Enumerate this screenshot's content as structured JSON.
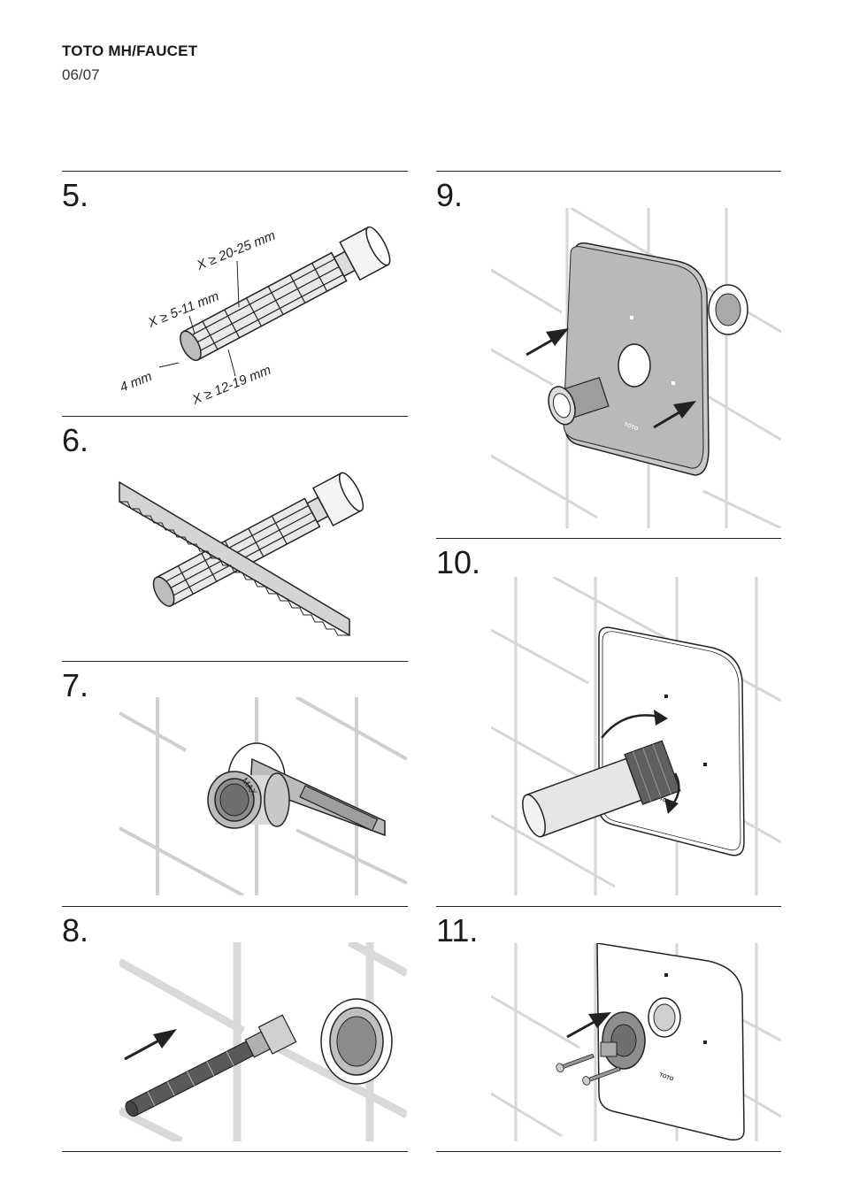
{
  "header": {
    "title": "TOTO MH/FAUCET",
    "page": "06/07"
  },
  "steps": {
    "s5": "5.",
    "s6": "6.",
    "s7": "7.",
    "s8": "8.",
    "s9": "9.",
    "s10": "10.",
    "s11": "11."
  },
  "dimensions": {
    "d1": "X ≥ 20-25 mm",
    "d2": "X ≥ 5-11 mm",
    "d3": "4 mm",
    "d4": "X ≥ 12-19 mm"
  },
  "labels": {
    "max": "MAX",
    "brand": "TOTO"
  }
}
